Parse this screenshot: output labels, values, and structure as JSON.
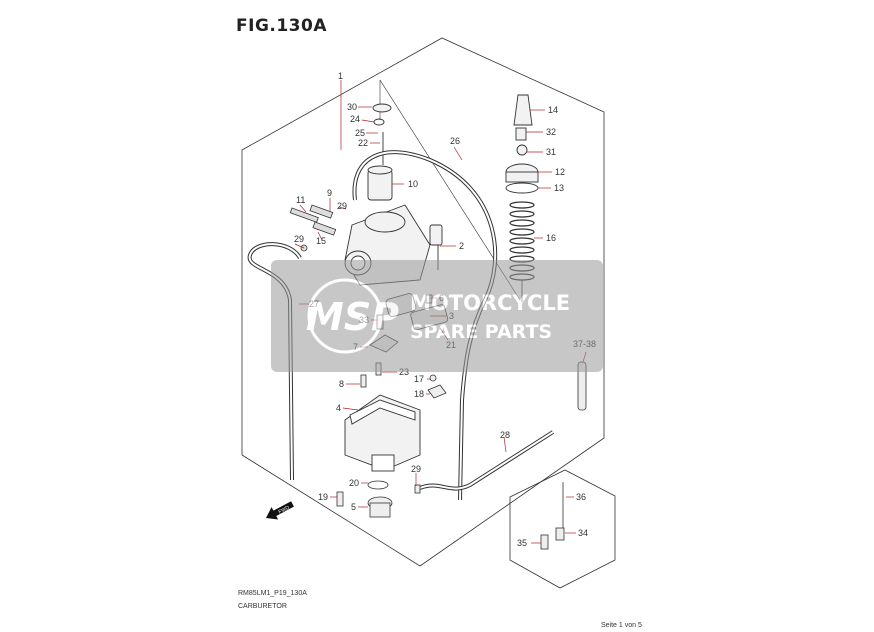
{
  "figure": {
    "title": "FIG.130A",
    "code": "RM85LM1_P19_130A",
    "caption": "CARBURETOR",
    "page": "Seite 1 von 5"
  },
  "watermark": {
    "logo_text": "MSP",
    "line1": "MOTORCYCLE",
    "line2": "SPARE PARTS"
  },
  "direction_label": "FWD",
  "callouts": [
    "1",
    "30",
    "24",
    "25",
    "22",
    "10",
    "26",
    "14",
    "32",
    "31",
    "12",
    "13",
    "16",
    "9",
    "11",
    "29",
    "15",
    "29",
    "2",
    "27",
    "6",
    "3",
    "33",
    "21",
    "7",
    "37-38",
    "23",
    "8",
    "17",
    "18",
    "4",
    "28",
    "29",
    "20",
    "19",
    "5",
    "36",
    "34",
    "35"
  ],
  "colors": {
    "callout_leader": "#b22222",
    "watermark_bg": "#9a9a9a",
    "watermark_accent": "#e05a28",
    "line_art": "#333333"
  }
}
